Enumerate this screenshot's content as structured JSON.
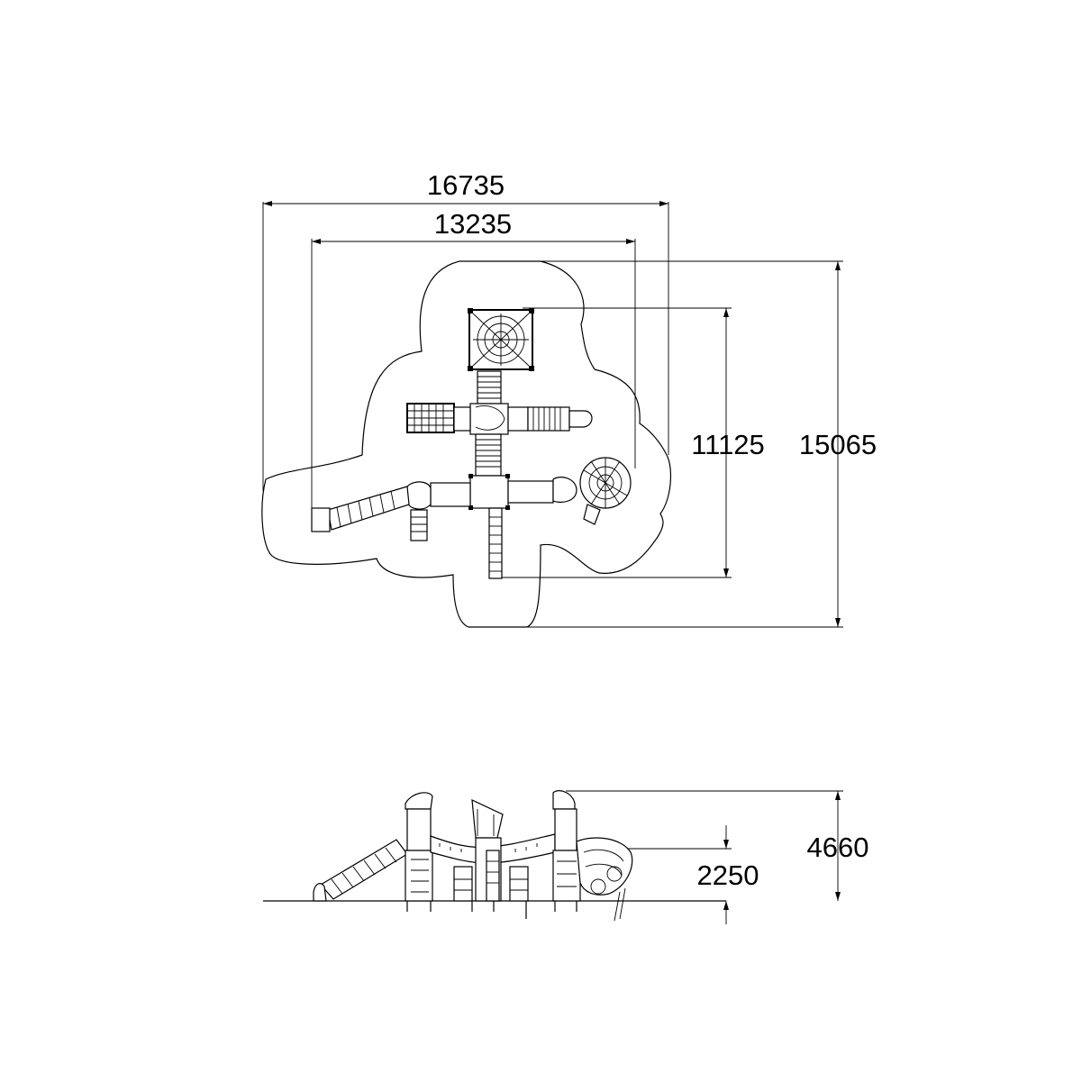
{
  "drawing": {
    "plan_view": {
      "dimensions": {
        "overall_width": "16735",
        "structure_width": "13235",
        "structure_depth": "11125",
        "overall_depth": "15065"
      }
    },
    "elevation_view": {
      "dimensions": {
        "total_height": "4660",
        "platform_height": "2250"
      }
    }
  },
  "colors": {
    "line": "#000000",
    "background": "#ffffff"
  }
}
